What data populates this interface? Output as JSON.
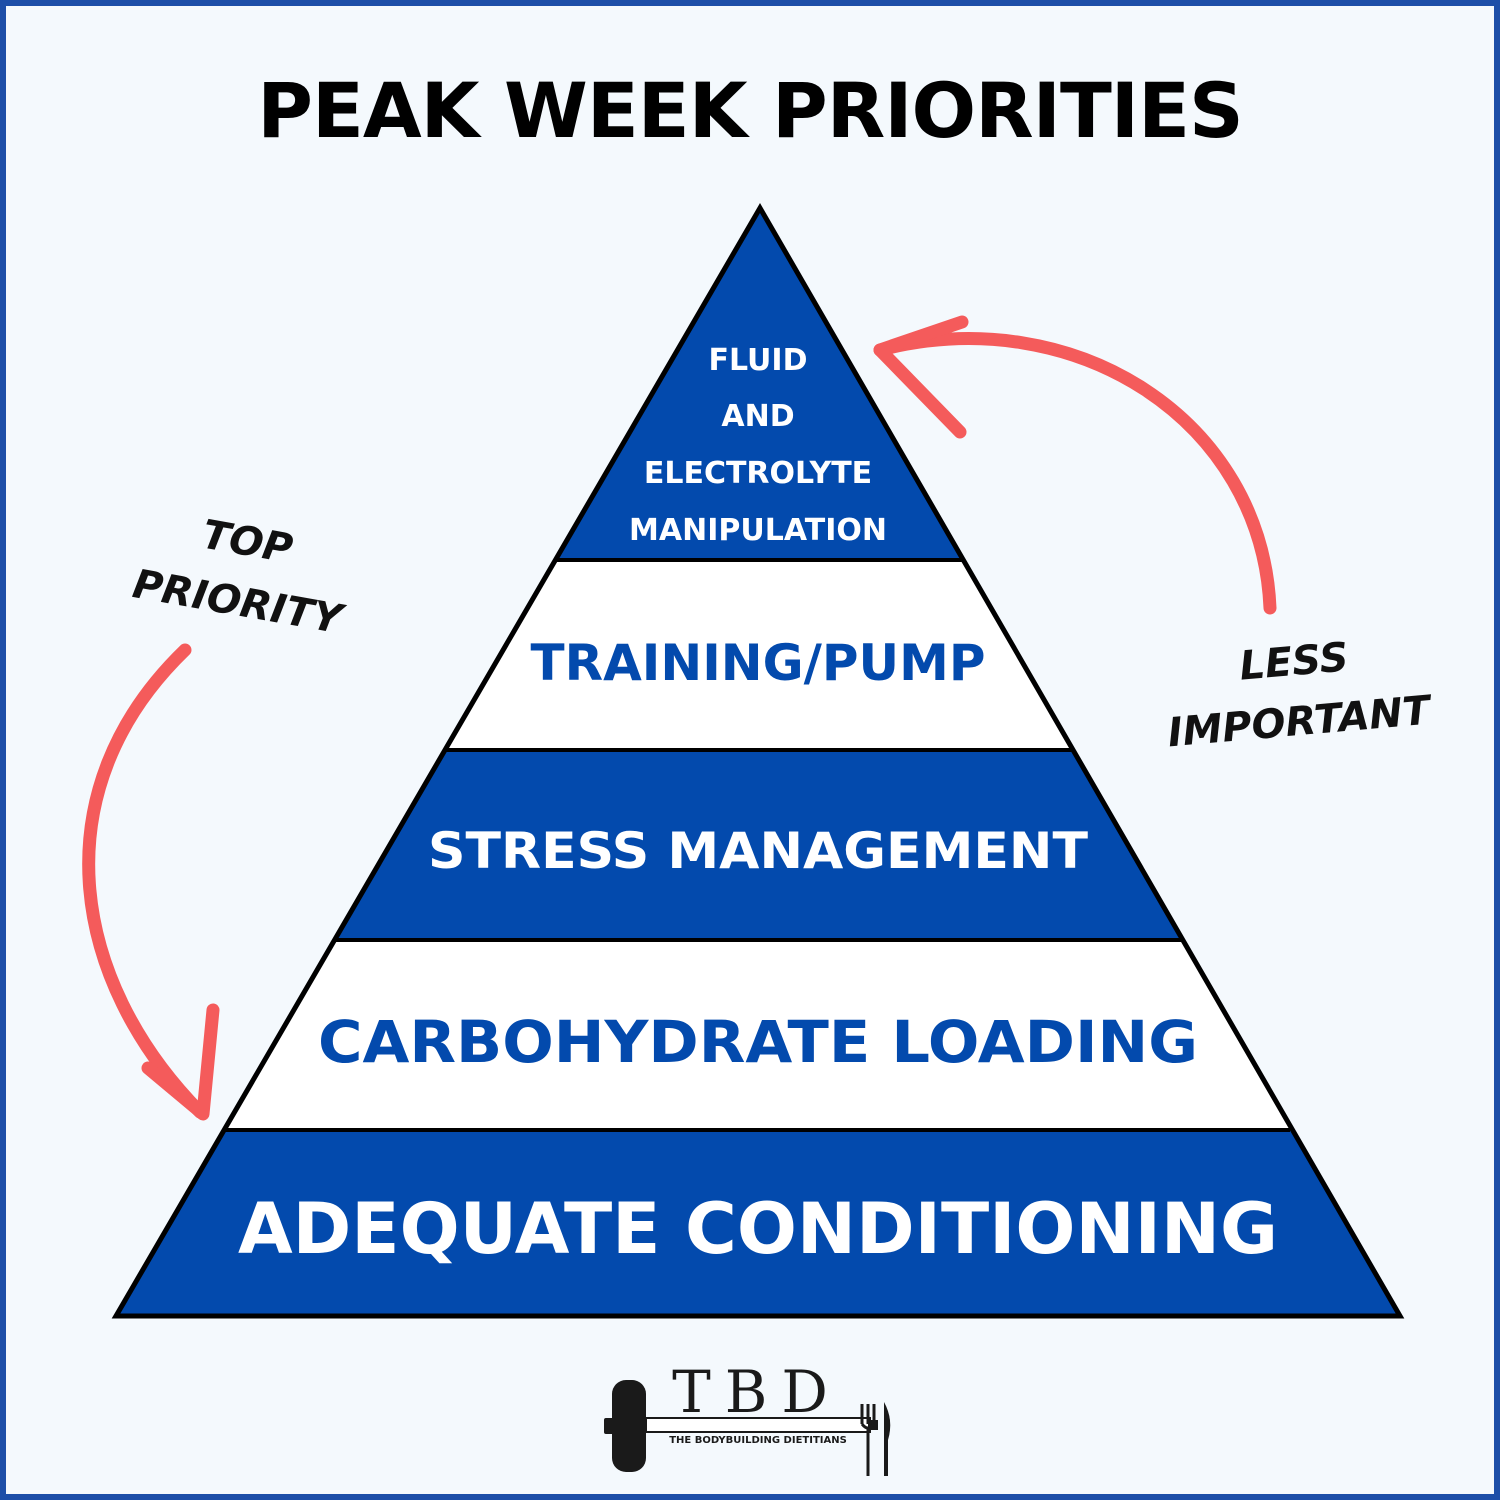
{
  "title": "PEAK WEEK PRIORITIES",
  "pyramid": {
    "tiers": [
      {
        "lines": [
          "FLUID",
          "AND",
          "ELECTROLYTE",
          "MANIPULATION"
        ],
        "fill": "#034aad",
        "text_color": "#ffffff"
      },
      {
        "lines": [
          "TRAINING/PUMP"
        ],
        "fill": "#ffffff",
        "text_color": "#034aad"
      },
      {
        "lines": [
          "STRESS MANAGEMENT"
        ],
        "fill": "#034aad",
        "text_color": "#ffffff"
      },
      {
        "lines": [
          "CARBOHYDRATE LOADING"
        ],
        "fill": "#ffffff",
        "text_color": "#034aad"
      },
      {
        "lines": [
          "ADEQUATE CONDITIONING"
        ],
        "fill": "#034aad",
        "text_color": "#ffffff"
      }
    ]
  },
  "annotations": {
    "top_priority": [
      "TOP",
      "PRIORITY"
    ],
    "less_important": [
      "LESS",
      "IMPORTANT"
    ],
    "arrow_color": "#f45b5b"
  },
  "logo": {
    "letters": "TBD",
    "subtitle": "THE BODYBUILDING DIETITIANS"
  },
  "colors": {
    "frame": "#1d4fa8",
    "background": "#f4f9fd",
    "outline": "#000000"
  }
}
